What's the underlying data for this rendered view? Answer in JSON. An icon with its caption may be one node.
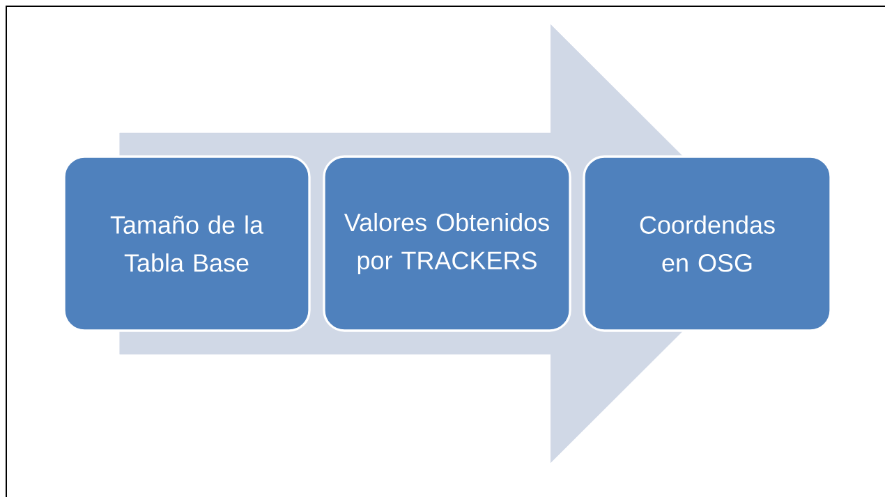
{
  "diagram": {
    "nodes": [
      {
        "text": [
          "Tamaño de la Tabla Base"
        ]
      },
      {
        "text": [
          "Valores Obtenidos por TRACKERS"
        ]
      },
      {
        "text": [
          "Coordendas en OSG"
        ]
      }
    ],
    "edges": [
      {
        "from": 0,
        "to": 2,
        "arrow": "to"
      }
    ]
  }
}
